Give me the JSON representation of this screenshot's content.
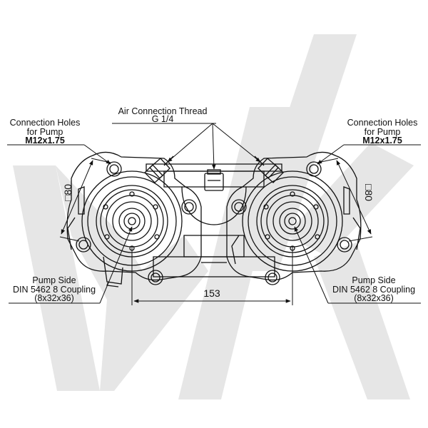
{
  "colors": {
    "line": "#111111",
    "watermark": "#e6e6e6",
    "background": "#ffffff"
  },
  "callouts": {
    "air_connection": {
      "title": "Air Connection Thread",
      "thread": "G 1/4"
    },
    "left_holes": {
      "line1": "Connection Holes",
      "line2": "for Pump",
      "thread": "M12x1.75"
    },
    "right_holes": {
      "line1": "Connection Holes",
      "line2": "for Pump",
      "thread": "M12x1.75"
    },
    "left_pump": {
      "line1": "Pump Side",
      "line2": "DIN 5462 8 Coupling",
      "line3": "(8x32x36)"
    },
    "right_pump": {
      "line1": "Pump Side",
      "line2": "DIN 5462 8 Coupling",
      "line3": "(8x32x36)"
    }
  },
  "dimensions": {
    "center_distance": "153",
    "left_square": "□80",
    "right_square": "□80"
  },
  "watermark": {
    "shape": "logo-letters"
  }
}
